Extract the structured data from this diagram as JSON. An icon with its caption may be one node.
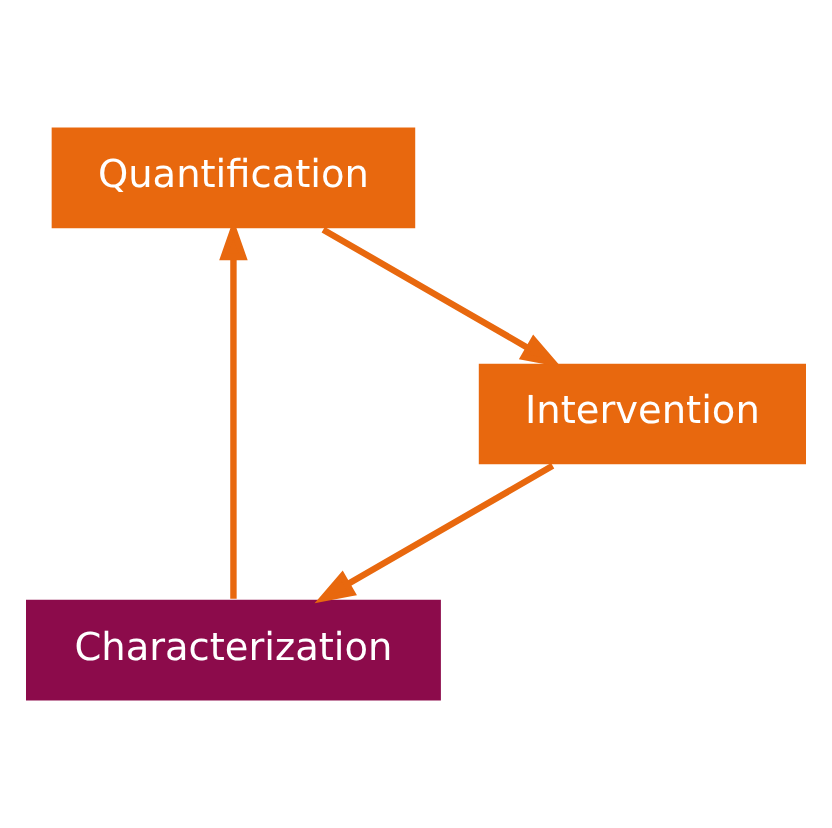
{
  "diagram": {
    "nodes": [
      {
        "text": [
          "Characterization"
        ]
      },
      {
        "text": [
          "Quantification"
        ]
      },
      {
        "text": [
          "Intervention"
        ]
      }
    ],
    "edges": [
      {
        "from": 0,
        "to": 1,
        "arrow": "to"
      },
      {
        "from": 1,
        "to": 2,
        "arrow": "to"
      },
      {
        "from": 2,
        "to": 0,
        "arrow": "to"
      }
    ]
  }
}
